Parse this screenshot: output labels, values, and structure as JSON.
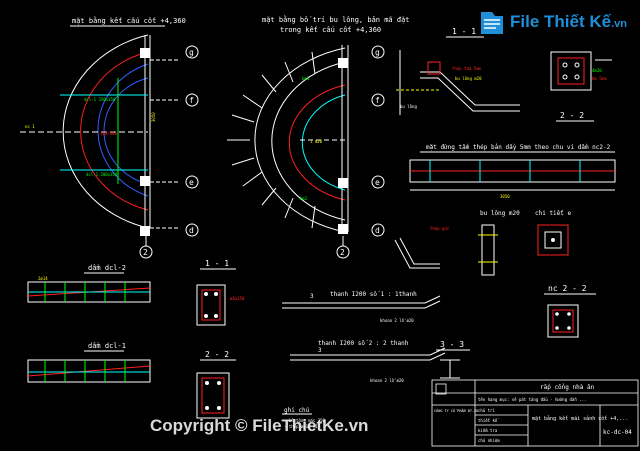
{
  "titles": {
    "plan_left": "mặt bằng kết cấu cốt +4,360",
    "plan_right_l1": "mặt bằng bố trí bu lông, bản mã đặt",
    "plan_right_l2": "trong kết cấu cốt +4,360",
    "sec_1_1_top": "1 - 1",
    "sec_2_2_top": "2 - 2",
    "beam_ne2": "mặt đứng tấm thép bản dầy 5mm theo chu vi dầm nc2-2",
    "bolt": "bu lông m20",
    "detail_e": "chi tiết e",
    "dcl2": "dầm dcl-2",
    "dcl1": "dầm dcl-1",
    "sec_1_1_mid": "1 - 1",
    "sec_2_2_mid": "2 - 2",
    "thanh1": "thanh I200 số 1 : 1thanh",
    "thanh2": "thanh I200 số 2 : 2 thanh",
    "sec_3_3": "3 - 3",
    "nc2_2": "nc 2 - 2",
    "ghichu": "ghi chú"
  },
  "grid": {
    "letters": [
      "g",
      "f",
      "e",
      "d"
    ],
    "number": "2",
    "number_label": "3"
  },
  "notes": {
    "elev": "+4,360",
    "bolt_sz": "1 m20",
    "dim_a": "3050",
    "dim_b": "1000",
    "cut_note": "thép tấm dày 5mm theo chu vi dầm"
  },
  "title_block": {
    "r1": "rắp cổng nhà ăn",
    "r2": "tên hạng mục: sê pát tăng đầu - hướng dẫn ...",
    "r3": "mặt bằng kết mái sảnh cốt +4,...",
    "company": "CÔNG TY CỔ PHẦN ĐT-XD",
    "drawing_no": "kc-dc-04",
    "rows": [
      "chủ trì",
      "thiết kế",
      "kiểm tra",
      "chủ nhiệm"
    ]
  },
  "brand": {
    "logo": "File Thiết Kế",
    "logo_suffix": ".vn",
    "copyright": "Copyright © FileThietKe.vn"
  },
  "colors": {
    "bg": "#000000",
    "white": "#ffffff",
    "cyan": "#00ffff",
    "green": "#00ff00",
    "red": "#ff2020",
    "yellow": "#ffff00",
    "blue": "#3060ff",
    "magenta": "#ff00ff",
    "grey": "#9a9a9a",
    "brand": "#1e8fd8"
  }
}
